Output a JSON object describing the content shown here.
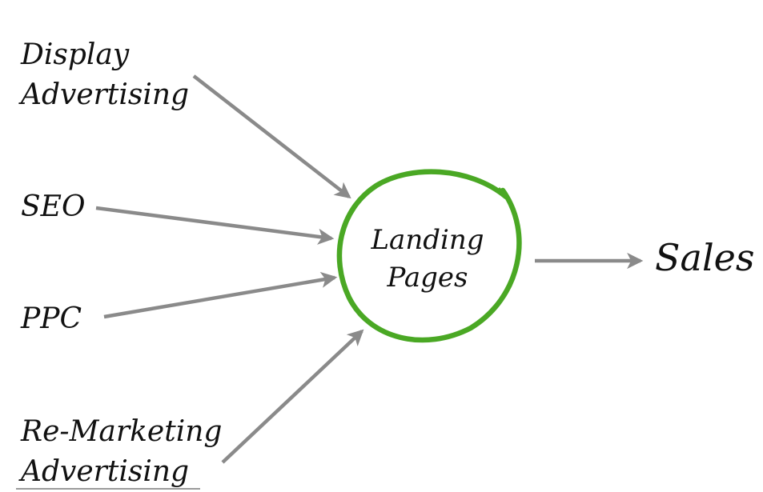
{
  "inputs": [
    {
      "line1": "Display",
      "line2": "Advertising"
    },
    {
      "line1": "SEO"
    },
    {
      "line1": "PPC"
    },
    {
      "line1": "Re-Marketing",
      "line2": "Advertising"
    }
  ],
  "hub": {
    "line1": "Landing",
    "line2": "Pages"
  },
  "output": {
    "label": "Sales"
  },
  "colors": {
    "ring": "#4aa824",
    "arrow": "#8a8a8a",
    "text": "#111111"
  }
}
